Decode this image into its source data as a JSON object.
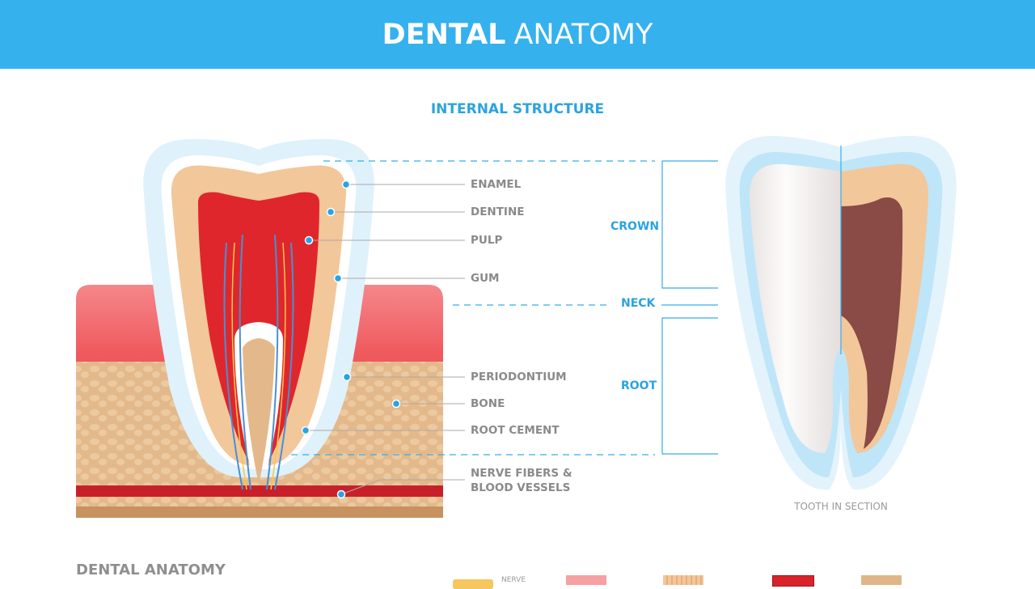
{
  "header": {
    "title_bold": "DENTAL",
    "title_light": "ANATOMY"
  },
  "subtitle": "INTERNAL STRUCTURE",
  "labels": [
    "ENAMEL",
    "DENTINE",
    "PULP",
    "GUM",
    "PERIODONTIUM",
    "BONE",
    "ROOT CEMENT",
    "NERVE FIBERS &",
    "BLOOD VESSELS"
  ],
  "sections": {
    "crown": "CROWN",
    "neck": "NECK",
    "root": "ROOT"
  },
  "caption": "TOOTH IN SECTION",
  "footer": {
    "title": "DENTAL ANATOMY",
    "legend_first": "NERVE"
  },
  "colors": {
    "header": "#35b1ee",
    "accent": "#2aa3e0",
    "gum": "#ef5a5e",
    "pulp": "#e0262d",
    "dentine": "#f2c79a",
    "bone": "#e2b98c",
    "enamel": "#bfe5f8"
  }
}
